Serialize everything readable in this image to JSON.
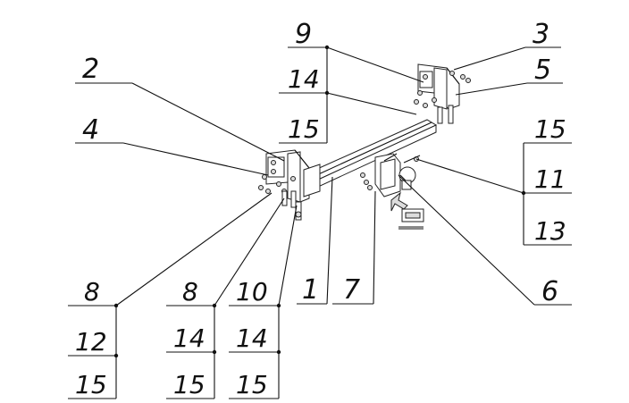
{
  "labels": {
    "l1": "1",
    "l2": "2",
    "l3": "3",
    "l4": "4",
    "l5": "5",
    "l6": "6",
    "l7": "7",
    "g9": [
      "9",
      "14",
      "15"
    ],
    "g15": [
      "15",
      "11",
      "13"
    ],
    "gA": [
      "8",
      "12",
      "15"
    ],
    "gB": [
      "8",
      "14",
      "15"
    ],
    "gC": [
      "10",
      "14",
      "15"
    ]
  },
  "colors": {
    "ink": "#111111",
    "paper": "#ffffff"
  }
}
